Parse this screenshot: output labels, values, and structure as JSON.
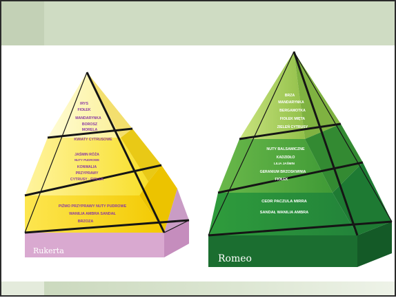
{
  "left_pyramid": {
    "brand_logo": "Rukerta",
    "top_notes": [
      "IRYS",
      "FIOŁEK",
      "MANDARYNKA",
      "BOROSZ",
      "MORELA",
      "KWIATY CYTRUSOWE"
    ],
    "middle_notes": [
      "JAŚMIN RÓŻA",
      "NUTY PUDROWE",
      "KONWALIA",
      "PRZYPRAWY",
      "CYTRUSY · FIOŁEK"
    ],
    "base_notes": [
      "PIŻMO PRZYPRAWY NUTY PUDROWE",
      "WANILIA AMBRA SANDAŁ",
      "BRZOZA"
    ],
    "colors": {
      "top": "#fdf7b2",
      "middle": "#fbe64a",
      "bottom": "#f7d700",
      "base": "#d7a6cf",
      "text": "#8a3aa3"
    }
  },
  "right_pyramid": {
    "brand_logo": "Romeo",
    "top_notes": [
      "BRZA",
      "MANDARYNKA",
      "BERGAMOTKA",
      "FIOŁEK MIĘTA",
      "ZIELEŃ CYTRUSY"
    ],
    "middle_notes": [
      "NUTY BALSAMICZNE",
      "KADZIDŁO",
      "LILIA JAŚMIN",
      "GERANIUM BRZOSKWINIA",
      "FIOŁEK"
    ],
    "base_notes": [
      "CEDR PACZULA MIRRA",
      "SANDAŁ WANILIA AMBRA"
    ],
    "colors": {
      "top": "#a9cf5b",
      "middle": "#4fa33a",
      "bottom": "#2a8a34",
      "base": "#1a6d2f",
      "text": "#ffffff"
    }
  }
}
